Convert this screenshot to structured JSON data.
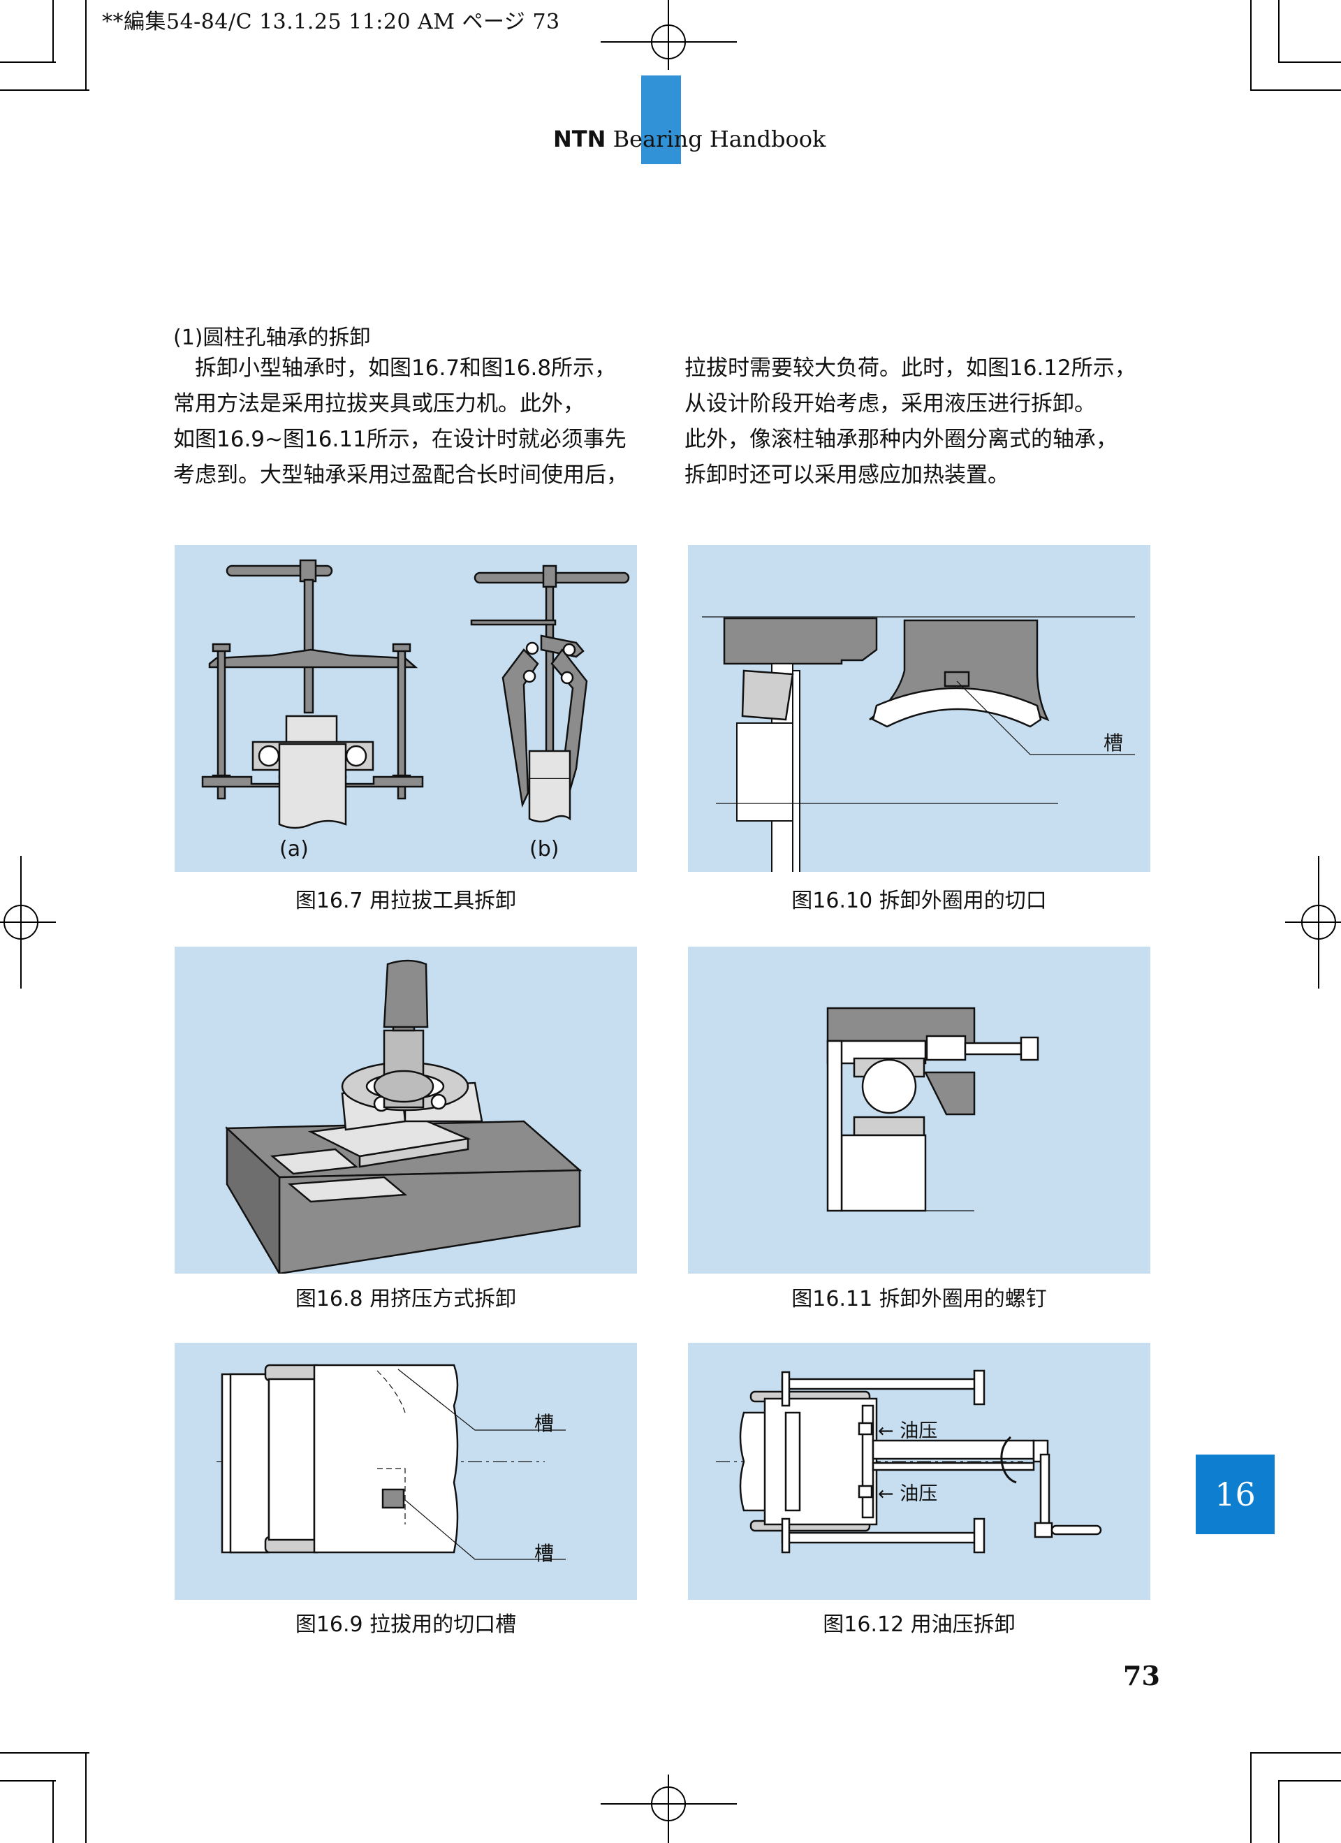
{
  "print_meta": "**編集54-84/C  13.1.25 11:20 AM  ページ 73",
  "header": {
    "brand": "NTN",
    "title": "Bearing Handbook"
  },
  "section_heading": "(1)圆柱孔轴承的拆卸",
  "body": {
    "col1": [
      "　拆卸小型轴承时，如图16.7和图16.8所示，",
      "常用方法是采用拉拔夹具或压力机。此外，",
      "如图16.9~图16.11所示，在设计时就必须事先",
      "考虑到。大型轴承采用过盈配合长时间使用后，"
    ],
    "col2": [
      "拉拔时需要较大负荷。此时，如图16.12所示，",
      "从设计阶段开始考虑，采用液压进行拆卸。",
      "此外，像滚柱轴承那种内外圈分离式的轴承，",
      "拆卸时还可以采用感应加热装置。"
    ]
  },
  "figures": {
    "fig16_7": {
      "caption": "图16.7 用拉拔工具拆卸",
      "label_a": "(a)",
      "label_b": "(b)"
    },
    "fig16_10": {
      "caption": "图16.10 拆卸外圈用的切口",
      "groove": "槽"
    },
    "fig16_8": {
      "caption": "图16.8 用挤压方式拆卸"
    },
    "fig16_11": {
      "caption": "图16.11 拆卸外圈用的螺钉"
    },
    "fig16_9": {
      "caption": "图16.9 拉拔用的切口槽",
      "groove_top": "槽",
      "groove_bottom": "槽"
    },
    "fig16_12": {
      "caption": "图16.12 用油压拆卸",
      "oil_top": "← 油压",
      "oil_bottom": "← 油压"
    }
  },
  "chapter_tab": "16",
  "page_number": "73",
  "colors": {
    "panel": "#c7def0",
    "accent": "#0e7fd0",
    "metal": "#8c8c8c",
    "metal_light": "#cfcfcf"
  }
}
